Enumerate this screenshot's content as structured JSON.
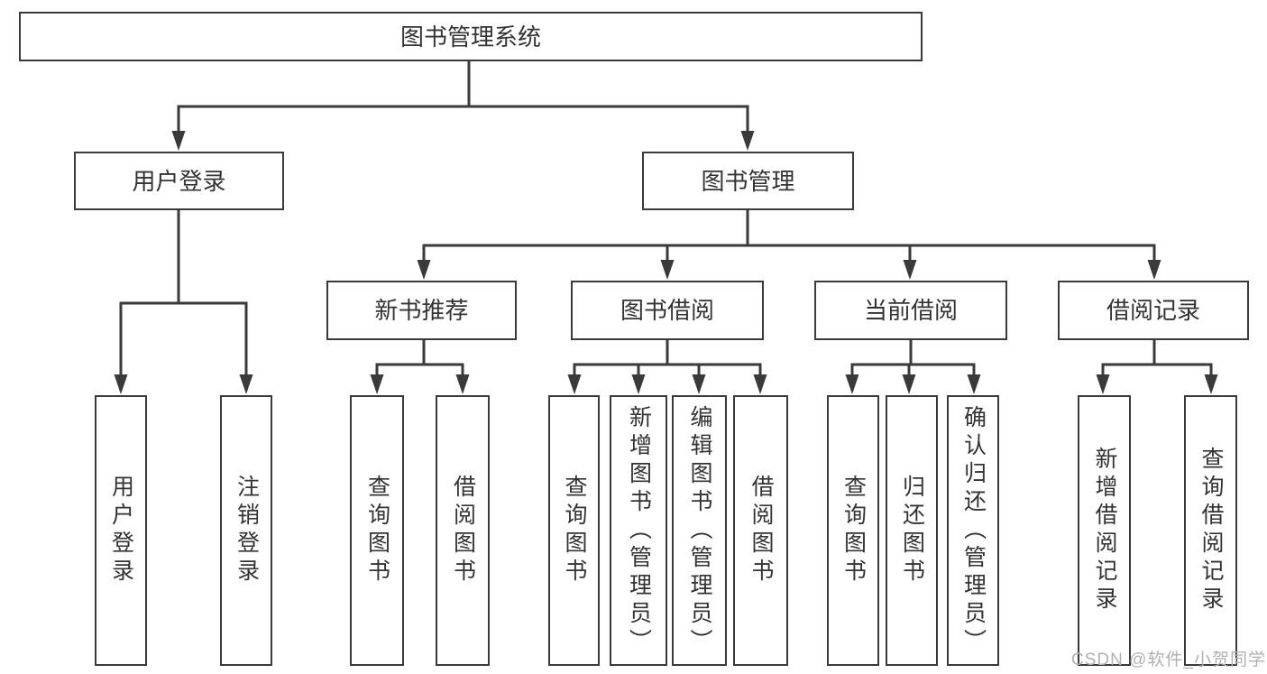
{
  "diagram": {
    "root": {
      "label": "图书管理系统"
    },
    "branches": [
      {
        "label": "用户登录",
        "leaves": [
          "用户登录",
          "注销登录"
        ]
      },
      {
        "label": "图书管理",
        "groups": [
          {
            "label": "新书推荐",
            "leaves": [
              "查询图书",
              "借阅图书"
            ]
          },
          {
            "label": "图书借阅",
            "leaves": [
              "查询图书",
              "新增图书（管理员）",
              "编辑图书（管理员）",
              "借阅图书"
            ]
          },
          {
            "label": "当前借阅",
            "leaves": [
              "查询图书",
              "归还图书",
              "确认归还（管理员）"
            ]
          },
          {
            "label": "借阅记录",
            "leaves": [
              "新增借阅记录",
              "查询借阅记录"
            ]
          }
        ]
      }
    ]
  },
  "watermark": {
    "text": "CSDN @软件_小贺同学"
  },
  "colors": {
    "line": "#3a3a3a",
    "text": "#333333",
    "background": "#ffffff",
    "watermark": "#b7aeae"
  }
}
